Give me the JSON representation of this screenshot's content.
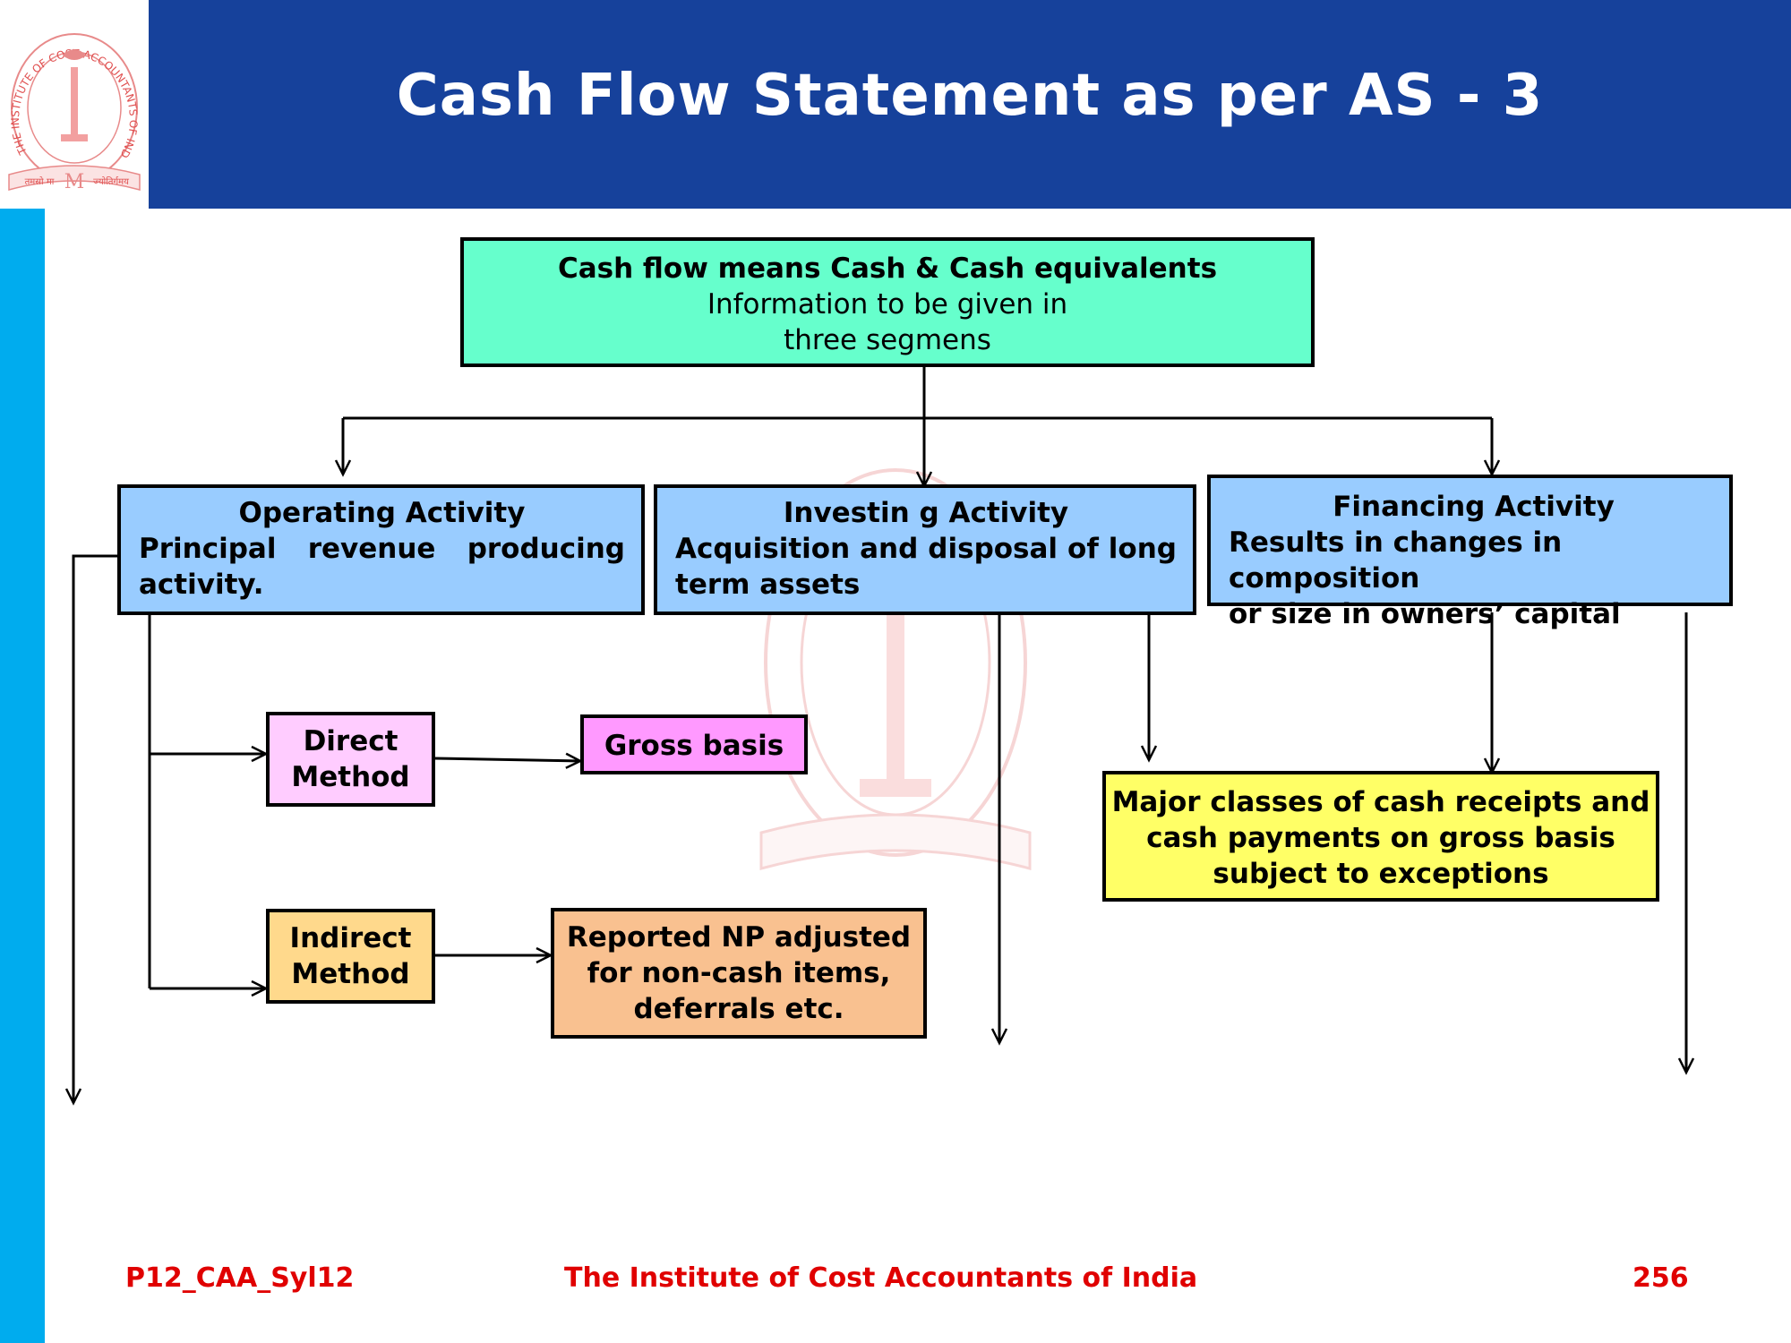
{
  "title": "Cash Flow Statement as per AS - 3",
  "logo": {
    "ring_text": "THE INSTITUTE OF COST ACCOUNTANTS OF INDIA",
    "motto_left": "तमसो मा",
    "motto_right": "ज्योतिर्गमय",
    "monogram": "M"
  },
  "diagram": {
    "root": {
      "title": "Cash flow means Cash & Cash equivalents",
      "line2": "Information to be given in",
      "line3": "three segmens"
    },
    "operating": {
      "title": "Operating Activity",
      "desc_line1": "Principal revenue producing",
      "desc_line2": "activity."
    },
    "investing": {
      "title": "Investin g Activity",
      "desc_line1": "Acquisition and disposal of long",
      "desc_line2": "term assets"
    },
    "financing": {
      "title": "Financing Activity",
      "desc_line1": "Results in changes in composition",
      "desc_line2": "or size in owners’ capital"
    },
    "direct_method": {
      "line1": "Direct",
      "line2": "Method"
    },
    "gross_basis": "Gross basis",
    "indirect_method": {
      "line1": "Indirect",
      "line2": "Method"
    },
    "reported_np": {
      "line1": "Reported NP adjusted",
      "line2": "for non-cash items,",
      "line3": "deferrals etc."
    },
    "major_classes": {
      "line1": "Major classes of cash receipts and",
      "line2": "cash payments on gross basis",
      "line3": "subject to exceptions"
    }
  },
  "colors": {
    "header": "#16419b",
    "side_strip": "#00acee",
    "root_fill": "#66ffcc",
    "activity_fill": "#99ccff",
    "direct_fill": "#ffccff",
    "gross_fill": "#ff99ff",
    "indirect_fill": "#ffd98c",
    "reported_fill": "#f9c190",
    "major_fill": "#ffff66",
    "footer_text": "#e00000"
  },
  "footer": {
    "code": "P12_CAA_Syl12",
    "institute": "The Institute of Cost Accountants of India",
    "page_number": "256"
  }
}
